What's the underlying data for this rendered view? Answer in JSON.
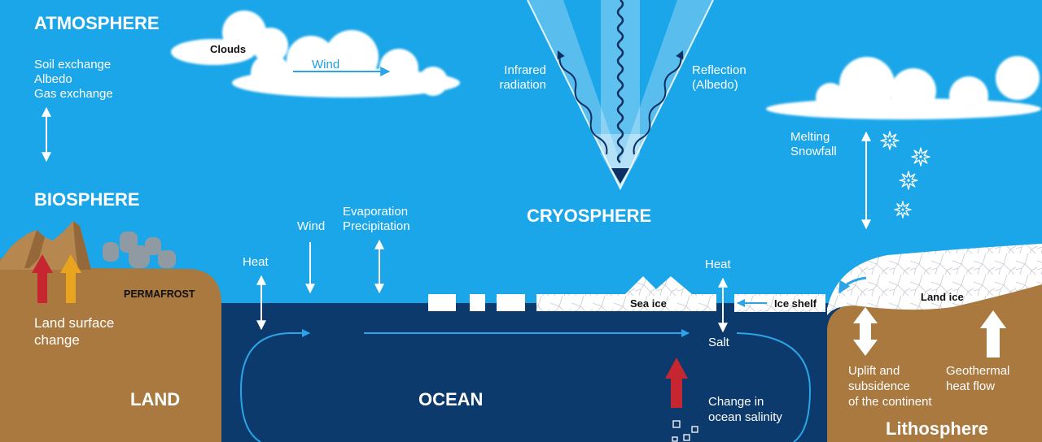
{
  "atmosphere": {
    "title": "ATMOSPHERE",
    "exchanges": [
      "Soil exchange",
      "Albedo",
      "Gas exchange"
    ]
  },
  "biosphere": {
    "title": "BIOSPHERE"
  },
  "clouds": {
    "label": "Clouds",
    "wind": "Wind"
  },
  "radiation": {
    "infrared": [
      "Infrared",
      "radiation"
    ],
    "reflection": [
      "Reflection",
      "(Albedo)"
    ]
  },
  "cryosphere": {
    "title": "CRYOSPHERE",
    "melting": [
      "Melting",
      "Snowfall"
    ],
    "sea_ice": "Sea ice",
    "ice_shelf": "Ice shelf",
    "land_ice": "Land ice"
  },
  "surface": {
    "wind": "Wind",
    "evaporation": [
      "Evaporation",
      "Precipitation"
    ],
    "heat_left": "Heat",
    "heat_right": "Heat",
    "salt": "Salt"
  },
  "land": {
    "title": "LAND",
    "permafrost": "PERMAFROST",
    "surface_change": [
      "Land surface",
      "change"
    ]
  },
  "ocean": {
    "title": "OCEAN",
    "salinity": [
      "Change in",
      "ocean salinity"
    ]
  },
  "lithosphere": {
    "title": "Lithosphere",
    "uplift": [
      "Uplift and",
      "subsidence",
      "of the continent"
    ],
    "geothermal": [
      "Geothermal",
      "heat flow"
    ]
  },
  "colors": {
    "sky": "#1aa6e8",
    "ocean": "#0c3a6c",
    "land": "#a9793f",
    "mountain": "#b6874f",
    "vegetation": "#8f9aa3",
    "ice": "#ffffff",
    "circulation": "#2ba4e8",
    "heat_arrow": "#c5262f",
    "warm_arrow": "#e8a31f",
    "label_dark": "#111111"
  },
  "icons": [
    "cloud-icon",
    "snowflake-icon",
    "arrow-icon",
    "wave-icon"
  ]
}
